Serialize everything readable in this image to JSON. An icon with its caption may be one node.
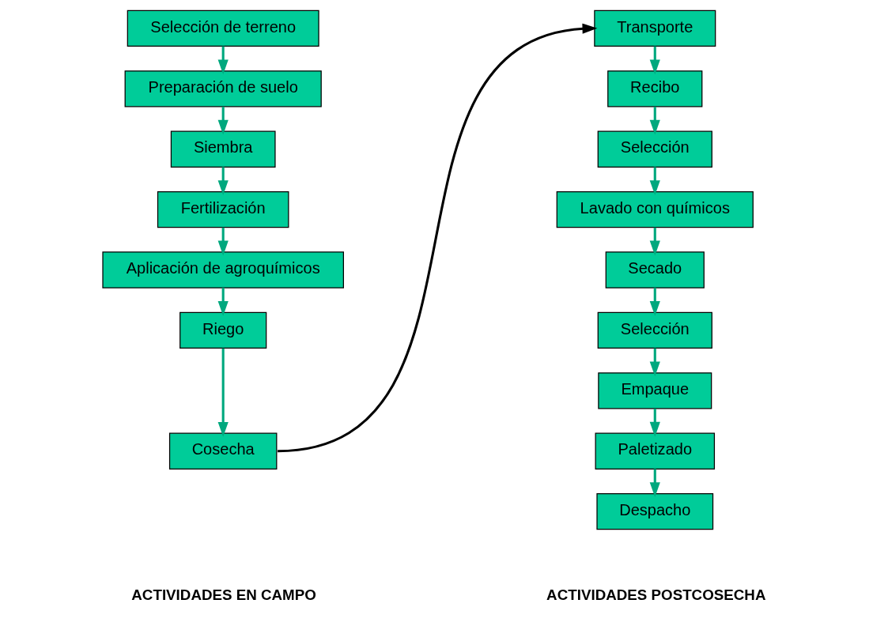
{
  "diagram": {
    "nodes": [
      {
        "text": [
          "Selección de terreno"
        ]
      },
      {
        "text": [
          "Preparación de suelo"
        ]
      },
      {
        "text": [
          "Siembra"
        ]
      },
      {
        "text": [
          "Fertilización"
        ]
      },
      {
        "text": [
          "Aplicación de agroquímicos"
        ]
      },
      {
        "text": [
          "Riego"
        ]
      },
      {
        "text": [
          "Cosecha"
        ]
      },
      {
        "text": [
          "Transporte"
        ]
      },
      {
        "text": [
          "Recibo"
        ]
      },
      {
        "text": [
          "Selección"
        ]
      },
      {
        "text": [
          "Lavado con químicos"
        ]
      },
      {
        "text": [
          "Secado"
        ]
      },
      {
        "text": [
          "Selección"
        ]
      },
      {
        "text": [
          "Empaque"
        ]
      },
      {
        "text": [
          "Paletizado"
        ]
      },
      {
        "text": [
          "Despacho"
        ]
      }
    ],
    "edges": [
      {
        "from": 0,
        "to": 1,
        "arrow": "to"
      },
      {
        "from": 1,
        "to": 2,
        "arrow": "to"
      },
      {
        "from": 2,
        "to": 3,
        "arrow": "to"
      },
      {
        "from": 3,
        "to": 4,
        "arrow": "to"
      },
      {
        "from": 4,
        "to": 5,
        "arrow": "to"
      },
      {
        "from": 5,
        "to": 6,
        "arrow": "to"
      },
      {
        "from": 6,
        "to": 7,
        "arrow": "to",
        "color": "#000000"
      },
      {
        "from": 7,
        "to": 8,
        "arrow": "to"
      },
      {
        "from": 8,
        "to": 9,
        "arrow": "to"
      },
      {
        "from": 9,
        "to": 10,
        "arrow": "to"
      },
      {
        "from": 10,
        "to": 11,
        "arrow": "to"
      },
      {
        "from": 11,
        "to": 12,
        "arrow": "to"
      },
      {
        "from": 12,
        "to": 13,
        "arrow": "to"
      },
      {
        "from": 13,
        "to": 14,
        "arrow": "to"
      },
      {
        "from": 14,
        "to": 15,
        "arrow": "to"
      }
    ],
    "labels": [
      "ACTIVIDADES EN CAMPO",
      "ACTIVIDADES POSTCOSECHA"
    ]
  }
}
